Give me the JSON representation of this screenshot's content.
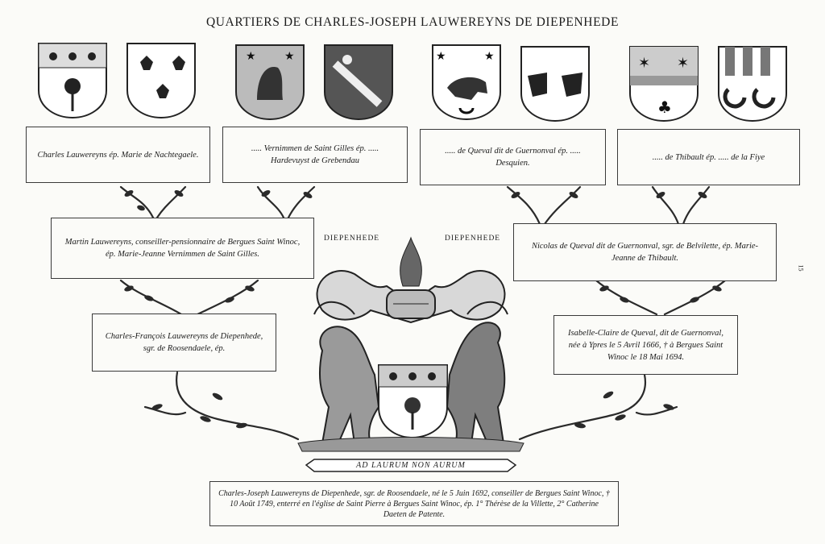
{
  "title": "QUARTIERS DE CHARLES-JOSEPH LAUWEREYNS DE DIEPENHEDE",
  "page_number": "15",
  "quarters": [
    {
      "text": "Charles Lauwereyns ép. Marie de Nachtegaele."
    },
    {
      "text": "..... Vernimmen de Saint Gilles ép. ..... Hardevuyst de Grebendau"
    },
    {
      "text": "..... de Queval dit de Guernonval ép. ..... Desquien."
    },
    {
      "text": "..... de Thibault ép. ..... de la Fiye"
    }
  ],
  "parents_left": {
    "text": "Martin Lauwereyns, conseiller-pensionnaire de Bergues Saint Winoc, ép. Marie-Jeanne Vernimmen de Saint Gilles."
  },
  "parents_right": {
    "text": "Nicolas de Queval dit de Guernonval, sgr. de Belvilette, ép. Marie-Jeanne de Thibault."
  },
  "father": {
    "text": "Charles-François Lauwereyns de Diepenhede, sgr. de Roosendaele, ép."
  },
  "mother": {
    "text": "Isabelle-Claire de Queval, dit de Guernonval, née à Ypres le 5 Avril 1666, † à Bergues Saint Winoc le 18 Mai 1694."
  },
  "arms": {
    "label_left": "DIEPENHEDE",
    "label_right": "DIEPENHEDE",
    "motto": "AD LAURUM NON AURUM"
  },
  "subject": {
    "text": "Charles-Joseph Lauwereyns de Diepenhede, sgr. de Roosendaele, né le 5 Juin 1692, conseiller de Bergues Saint Winoc, † 10 Août 1749, enterré en l'église de Saint Pierre à Bergues Saint Winoc, ép. 1° Thérèse de la Villette, 2° Catherine Daeten de Patente."
  }
}
